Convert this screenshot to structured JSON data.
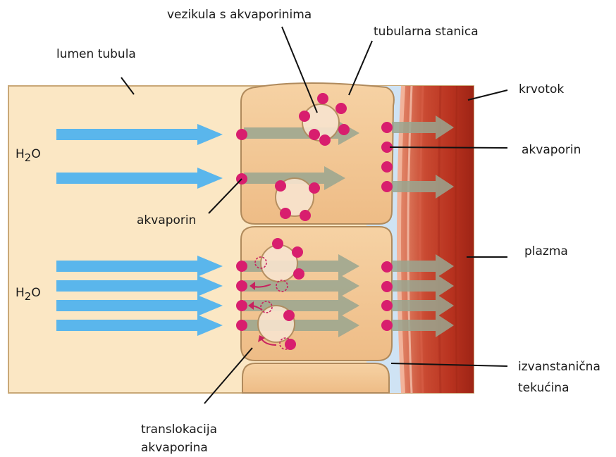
{
  "labels": {
    "lumen": "lumen tubula",
    "vesicle": "vezikula s akvaporinima",
    "tubular_cell": "tubularna stanica",
    "bloodstream": "krvotok",
    "aquaporin_right": "akvaporin",
    "aquaporin_left": "akvaporin",
    "plasma": "plazma",
    "extracellular_line1": "izvanstanična",
    "extracellular_line2": "tekućina",
    "translocation_line1": "translokacija",
    "translocation_line2": "akvaporina",
    "water_top": {
      "base": "H",
      "sub": "2",
      "tail": "O"
    },
    "water_bottom": {
      "base": "H",
      "sub": "2",
      "tail": "O"
    }
  },
  "colors": {
    "lumen": "#fbe7c4",
    "cell": "#f3c996",
    "cell_border": "#b08a5c",
    "vesicle": "#f8e4cf",
    "aquaporin": "#d81e6e",
    "water_arrow": "#5ab6ec",
    "transit_arrow": "#9aa690",
    "interstitial": "#cfe3f4",
    "vessel_dark": "#c0392b",
    "vessel_light": "#e07a5f"
  }
}
